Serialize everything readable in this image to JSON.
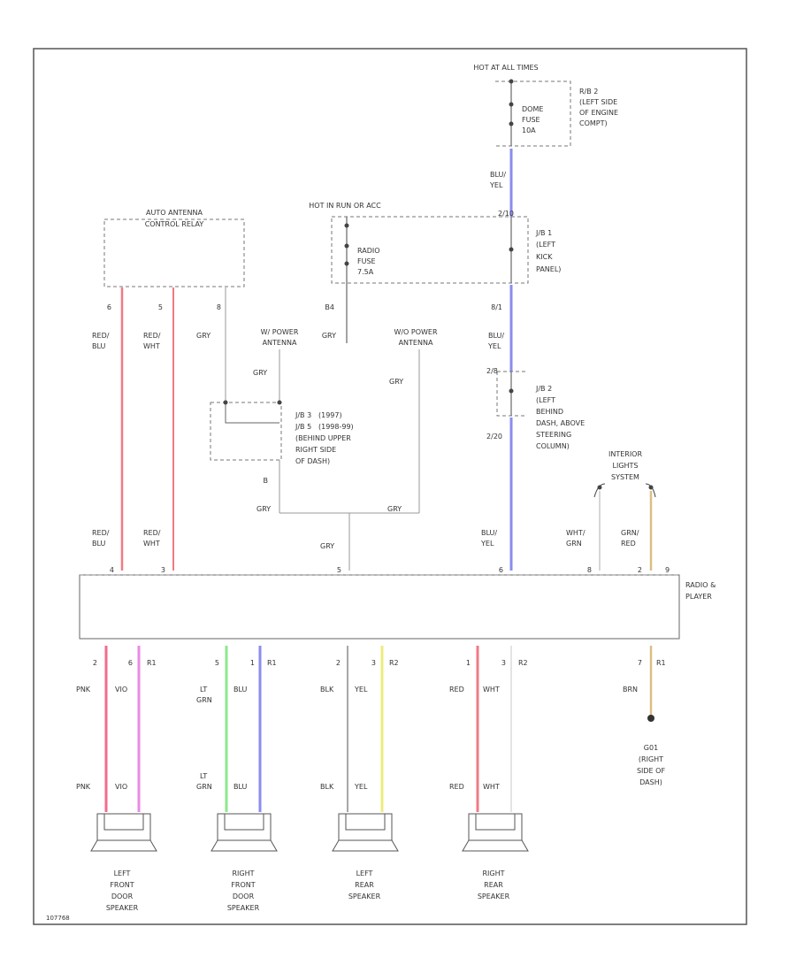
{
  "labels": {
    "hot_at_all_times": "HOT AT ALL TIMES",
    "hot_in_run": "HOT IN RUN OR ACC",
    "dome_fuse": [
      "DOME",
      "FUSE",
      "10A"
    ],
    "rb2": [
      "R/B 2",
      "(LEFT SIDE",
      "OF ENGINE",
      "COMPT)"
    ],
    "radio_fuse": [
      "RADIO",
      "FUSE",
      "7.5A"
    ],
    "jb1": [
      "J/B 1",
      "(LEFT",
      "KICK",
      "PANEL)"
    ],
    "jb2": [
      "J/B 2",
      "(LEFT",
      "BEHIND",
      "DASH, ABOVE",
      "STEERING",
      "COLUMN)"
    ],
    "jb3": [
      "J/B 3",
      "(1997)",
      "J/B 5",
      "(1998-99)",
      "(BEHIND UPPER",
      "RIGHT SIDE",
      "OF DASH)"
    ],
    "auto_antenna": [
      "AUTO ANTENNA",
      "CONTROL RELAY"
    ],
    "w_power_antenna": [
      "W/ POWER",
      "ANTENNA"
    ],
    "wo_power_antenna": [
      "W/O POWER",
      "ANTENNA"
    ],
    "interior_lights": [
      "INTERIOR",
      "LIGHTS",
      "SYSTEM"
    ],
    "radio_player": [
      "RADIO &",
      "PLAYER"
    ],
    "ground": [
      "G01",
      "(RIGHT",
      "SIDE OF",
      "DASH)"
    ],
    "figure_id": "107768"
  },
  "pins": {
    "jb1_top": "2/10",
    "jb1_bottom": "8/1",
    "jb2_top": "2/8",
    "jb2_bottom": "2/20",
    "relay_1": "6",
    "relay_2": "5",
    "relay_3": "8",
    "b4": "B4",
    "jb3_bottom": "B",
    "radio_top": [
      "4",
      "3",
      "5",
      "6",
      "8",
      "2",
      "9"
    ],
    "spk1": [
      "2",
      "6"
    ],
    "spk2": [
      "5",
      "1"
    ],
    "spk3": [
      "2",
      "3"
    ],
    "spk4": [
      "1",
      "3"
    ],
    "g7": "7",
    "r1": "R1",
    "r2": "R2"
  },
  "wires": {
    "blu_yel": [
      "BLU/",
      "YEL"
    ],
    "red_blu": [
      "RED/",
      "BLU"
    ],
    "red_wht": [
      "RED/",
      "WHT"
    ],
    "gry": "GRY",
    "wht_grn": [
      "WHT/",
      "GRN"
    ],
    "grn_red": [
      "GRN/",
      "RED"
    ],
    "pnk": "PNK",
    "vio": "VIO",
    "lt_grn": [
      "LT",
      "GRN"
    ],
    "blu": "BLU",
    "blk": "BLK",
    "yel": "YEL",
    "red": "RED",
    "wht": "WHT",
    "brn": "BRN"
  },
  "speakers": {
    "left_front": [
      "LEFT",
      "FRONT",
      "DOOR",
      "SPEAKER"
    ],
    "right_front": [
      "RIGHT",
      "FRONT",
      "DOOR",
      "SPEAKER"
    ],
    "left_rear": [
      "LEFT",
      "REAR",
      "SPEAKER"
    ],
    "right_rear": [
      "RIGHT",
      "REAR",
      "SPEAKER"
    ]
  },
  "colors": {
    "blue": "#8a8cf0",
    "red": "#f07a84",
    "pink": "#f26c8c",
    "violet": "#e98ae6",
    "green": "#8ce88c",
    "yellow": "#ecec80",
    "tan": "#d9bf84",
    "gray": "#8a8a8a",
    "light": "#d6d6d6"
  }
}
